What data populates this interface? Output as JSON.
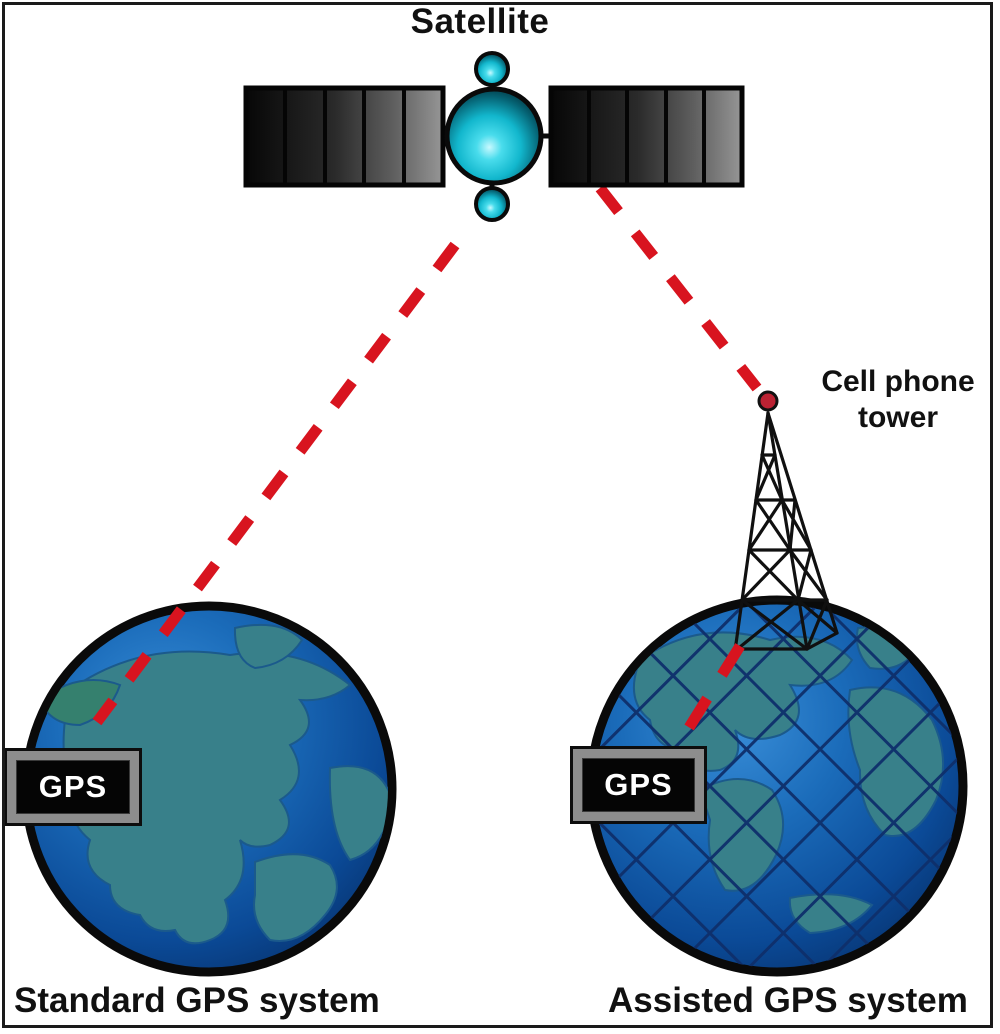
{
  "labels": {
    "satellite": "Satellite",
    "cell_tower_line1": "Cell phone",
    "cell_tower_line2": "tower",
    "gps_left": "GPS",
    "gps_right": "GPS",
    "caption_left": "Standard GPS system",
    "caption_right": "Assisted GPS system"
  },
  "colors": {
    "signal_red": "#d8141f",
    "satellite_cyan": "#17c3da",
    "ocean_blue": "#1266bb",
    "continent_teal": "#38808a",
    "grid_navy": "#0e2f6b",
    "frame_gray": "#8d8d8d",
    "tower_black": "#101010",
    "text_black": "#111111",
    "background": "#ffffff"
  }
}
